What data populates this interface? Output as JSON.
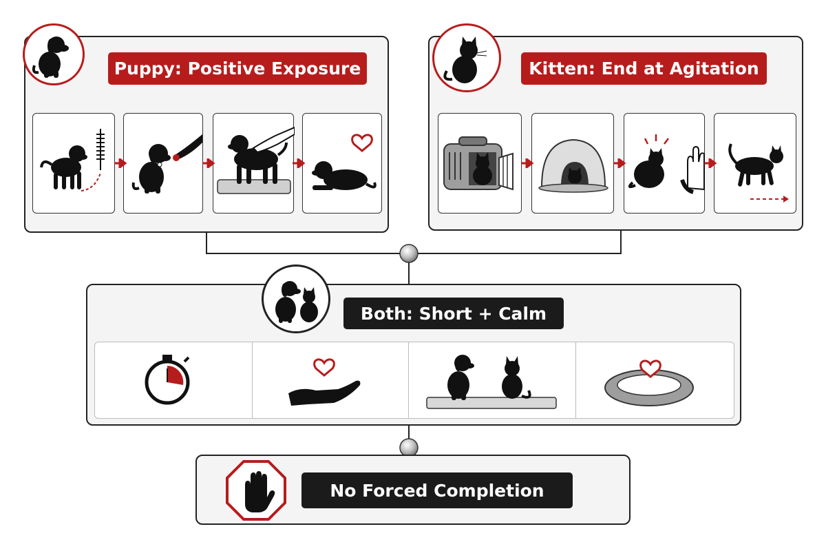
{
  "puppy": {
    "title": "Puppy: Positive Exposure",
    "icon": "puppy-icon",
    "steps": [
      {
        "name": "grooming-brush-step",
        "icon": "brush-icon"
      },
      {
        "name": "treat-offered-step",
        "icon": "treat-hand-icon"
      },
      {
        "name": "handling-on-mat-step",
        "icon": "petting-hand-icon"
      },
      {
        "name": "relaxed-puppy-step",
        "icon": "heart-icon"
      }
    ]
  },
  "kitten": {
    "title": "Kitten: End at Agitation",
    "icon": "kitten-icon",
    "steps": [
      {
        "name": "carrier-step",
        "icon": "carrier-icon"
      },
      {
        "name": "hideout-step",
        "icon": "cat-bed-icon"
      },
      {
        "name": "agitation-stop-step",
        "icon": "stop-hand-icon"
      },
      {
        "name": "kitten-walks-away-step",
        "icon": "arrow-icon"
      }
    ]
  },
  "both": {
    "title": "Both: Short + Calm",
    "icon": "puppy-and-kitten-icon",
    "items": [
      {
        "name": "short-session-timer",
        "icon": "stopwatch-icon"
      },
      {
        "name": "gentle-care",
        "icon": "hand-heart-icon"
      },
      {
        "name": "calm-together",
        "icon": "pets-on-mat-icon"
      },
      {
        "name": "comfort-bed",
        "icon": "bed-heart-icon"
      }
    ]
  },
  "rule": {
    "title": "No Forced Completion",
    "icon": "stop-sign-hand-icon"
  },
  "colors": {
    "accent": "#b71c1c",
    "dark": "#1b1b1b",
    "panel": "#f4f4f4"
  }
}
